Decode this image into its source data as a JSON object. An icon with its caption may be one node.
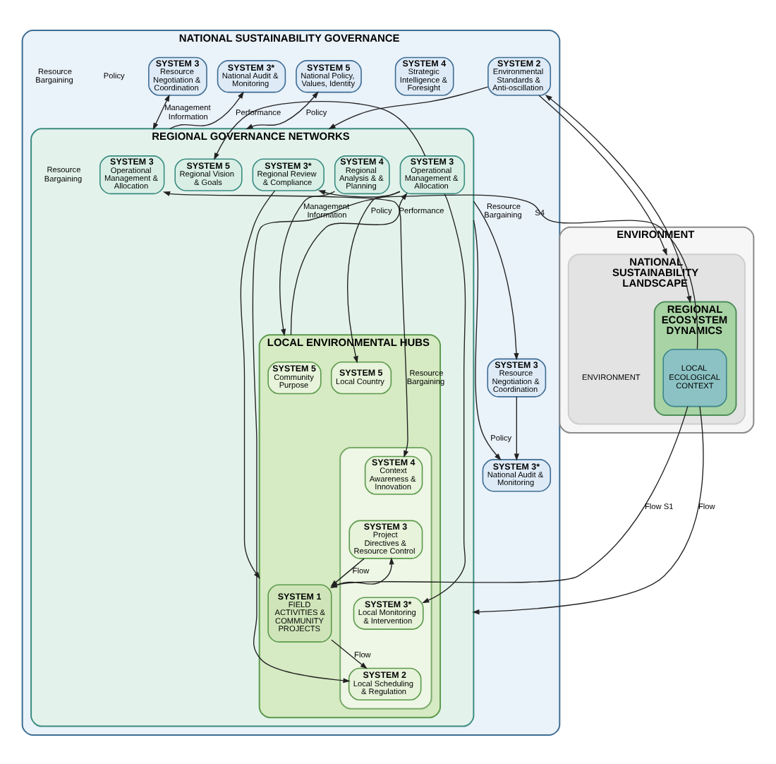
{
  "diagram": {
    "nodes": [
      {
        "text": [
          "NATIONAL SUSTAINABILITY GOVERNANCE"
        ]
      },
      {
        "text": [
          "SYSTEM 5",
          "National Policy, Values, Identity"
        ],
        "in": 0
      },
      {
        "text": [
          "SYSTEM 4",
          "Strategic Intelligence & Foresight"
        ],
        "in": 0
      },
      {
        "text": [
          "SYSTEM 3",
          "Resource Negotiation & Coordination"
        ],
        "in": 0
      },
      {
        "text": [
          "SYSTEM 3*",
          "National Audit & Monitoring"
        ],
        "in": 0
      },
      {
        "text": [
          "SYSTEM 2",
          "Environmental Standards & Anti-oscillation"
        ],
        "in": 0
      },
      {
        "text": [
          "SYSTEM 3",
          "Resource Negotiation & Coordination"
        ],
        "in": 0
      },
      {
        "text": [
          "SYSTEM 3*",
          "National Audit & Monitoring"
        ],
        "in": 0
      },
      {
        "text": [
          "REGIONAL GOVERNANCE NETWORKS"
        ],
        "in": 0
      },
      {
        "text": [
          "SYSTEM 5",
          "Regional Vision & Goals"
        ],
        "in": 8
      },
      {
        "text": [
          "SYSTEM 4",
          "Regional Analysis & & Planning"
        ],
        "in": 8
      },
      {
        "text": [
          "SYSTEM 3",
          "Operational Management & Allocation"
        ],
        "in": 8
      },
      {
        "text": [
          "SYSTEM 3*",
          "Regional Review & Compliance"
        ],
        "in": 8
      },
      {
        "text": [
          "SYSTEM 3",
          "Operational Management & Allocation"
        ],
        "in": 8
      },
      {
        "text": [
          "LOCAL ENVIRONMENTAL HUBS"
        ],
        "in": 8
      },
      {
        "text": [
          "SYSTEM 5",
          "Local Country"
        ],
        "in": 14
      },
      {
        "text": [
          "SYSTEM 5",
          "Community Purpose"
        ],
        "in": 14
      },
      {
        "text": [],
        "shape": "box",
        "in": 14
      },
      {
        "text": [
          "SYSTEM 4",
          "Context Awareness & Innovation"
        ],
        "in": 17
      },
      {
        "text": [
          "SYSTEM 3",
          "Project Directives & Resource Control"
        ],
        "in": 17
      },
      {
        "text": [
          "SYSTEM 3*",
          "Local Monitoring & Intervention"
        ],
        "in": 17
      },
      {
        "text": [
          "SYSTEM 2",
          "Local Scheduling & Regulation"
        ],
        "in": 17
      },
      {
        "text": [
          "SYSTEM 1",
          "FIELD ACTIVITIES & COMMUNITY PROJECTS"
        ],
        "in": 14
      },
      {
        "text": [
          "ENVIRONMENT"
        ]
      },
      {
        "text": [
          "NATIONAL SUSTAINABILITY LANDSCAPE"
        ],
        "in": 23
      },
      {
        "text": [
          "REGIONAL ECOSYSTEM DYNAMICS"
        ],
        "in": 24
      },
      {
        "text": [
          "LOCAL ECOLOGICAL CONTEXT"
        ],
        "in": 25
      }
    ],
    "edges": [
      {
        "from": 5,
        "to": 24,
        "arrow": "to"
      },
      {
        "from": 5,
        "to": 25,
        "arrow": "both"
      },
      {
        "from": 5,
        "to": 8,
        "arrow": "to"
      },
      {
        "from": 3,
        "to": 8,
        "arrow": "both",
        "label": "Management Information"
      },
      {
        "from": 8,
        "to": 4,
        "arrow": "to",
        "label": "Performance"
      },
      {
        "from": 1,
        "to": 8,
        "arrow": "both",
        "label": "Policy"
      },
      {
        "from": 8,
        "to": 6,
        "arrow": "to",
        "label": "Resource Bargaining"
      },
      {
        "from": 8,
        "to": 7,
        "arrow": "to",
        "label": "Policy"
      },
      {
        "from": 6,
        "to": 7,
        "arrow": "to"
      },
      {
        "from": 13,
        "to": 9,
        "arrow": "to"
      },
      {
        "from": 13,
        "to": 15,
        "arrow": "to",
        "label": "Policy"
      },
      {
        "from": 13,
        "to": 18,
        "arrow": "both",
        "label": "Resource Bargaining"
      },
      {
        "from": 13,
        "to": 20,
        "arrow": "to"
      },
      {
        "from": 13,
        "to": 21,
        "arrow": "to"
      },
      {
        "from": 10,
        "to": 14,
        "arrow": "to",
        "label": "Management Information"
      },
      {
        "from": 14,
        "to": 11,
        "arrow": "to",
        "label": "Performance"
      },
      {
        "from": 12,
        "to": 14,
        "arrow": "to"
      },
      {
        "from": 26,
        "to": 12,
        "arrow": "to",
        "label": "S4"
      },
      {
        "from": 26,
        "to": 8,
        "arrow": "to",
        "label": "Flow"
      },
      {
        "from": 26,
        "to": 22,
        "arrow": "to",
        "label": "Flow S1"
      },
      {
        "from": 19,
        "to": 22,
        "arrow": "to",
        "label": "Flow"
      },
      {
        "from": 22,
        "to": 21,
        "arrow": "to",
        "label": "Flow"
      },
      {
        "from": 22,
        "to": 19,
        "arrow": "to"
      }
    ],
    "labels": [
      "Policy",
      "Resource Bargaining",
      "Resource Bargaining",
      "ENVIRONMENT"
    ]
  }
}
